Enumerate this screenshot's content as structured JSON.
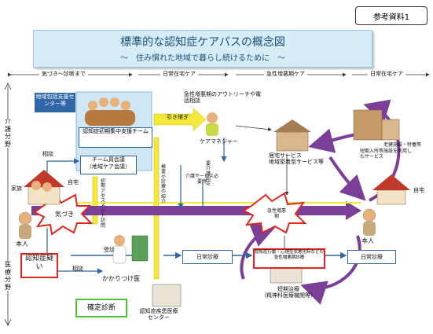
{
  "ref_label": "参考資料1",
  "title": "標準的な認知症ケアパスの概念図",
  "subtitle": "～　住み慣れた地域で暮らし続けるために　～",
  "phases": [
    "気づき～診断まで",
    "日常在宅ケア",
    "急性増悪期ケア",
    "日常在宅ケア"
  ],
  "left_labels": {
    "care": "介護分野",
    "medical": "医療分野",
    "person": "本人",
    "family": "家族"
  },
  "nodes": {
    "center": "地域包括支援センター等",
    "team": "認知症初期集中支援チーム",
    "hikitsugi": "引き継ぎ",
    "care_manager": "ケアマネジャー",
    "outreach": "急性増悪期のアウトリーチや電話相談",
    "kyotaku": "居宅サービス\n地域密着型サービス等",
    "rouken": "老健施設・特養等",
    "tanki": "短期入所等施設を利用したサービス",
    "chiiki_kaigi": "チーム員会議\n（地域ケア会議）",
    "soudan_top": "相談",
    "jitaku": "自宅",
    "jitaku2": "自宅",
    "shoki": "初期アセスメント訪問",
    "kensa": "検査や診療の紹介",
    "youkaigo": "要介護認定",
    "kaigo_service": "介護サービス必要時",
    "kizuki": "気づき",
    "kyusei": "急性増悪期",
    "honnin_right": "本人",
    "utagai": "認知症疑い",
    "jushin": "受診",
    "soudan_bottom": "相談",
    "kakaritsuke": "かかりつけ医",
    "nichijo1": "日常診療",
    "bpsd": "認知症行動・心理症状悪化時などの急性増悪期診療",
    "nichijo2": "日常診療",
    "kakutei": "確定診断",
    "shikkan": "認知症疾患医療センター",
    "tanki_chiryo": "短期治療\n（精神科医療機関等）"
  },
  "colors": {
    "blue": "#2f66a8",
    "purple": "#7b3f98",
    "yellow": "#f4e93a",
    "red": "#e0261f",
    "green": "#4fc23a",
    "panel": "#cfe6f5"
  }
}
